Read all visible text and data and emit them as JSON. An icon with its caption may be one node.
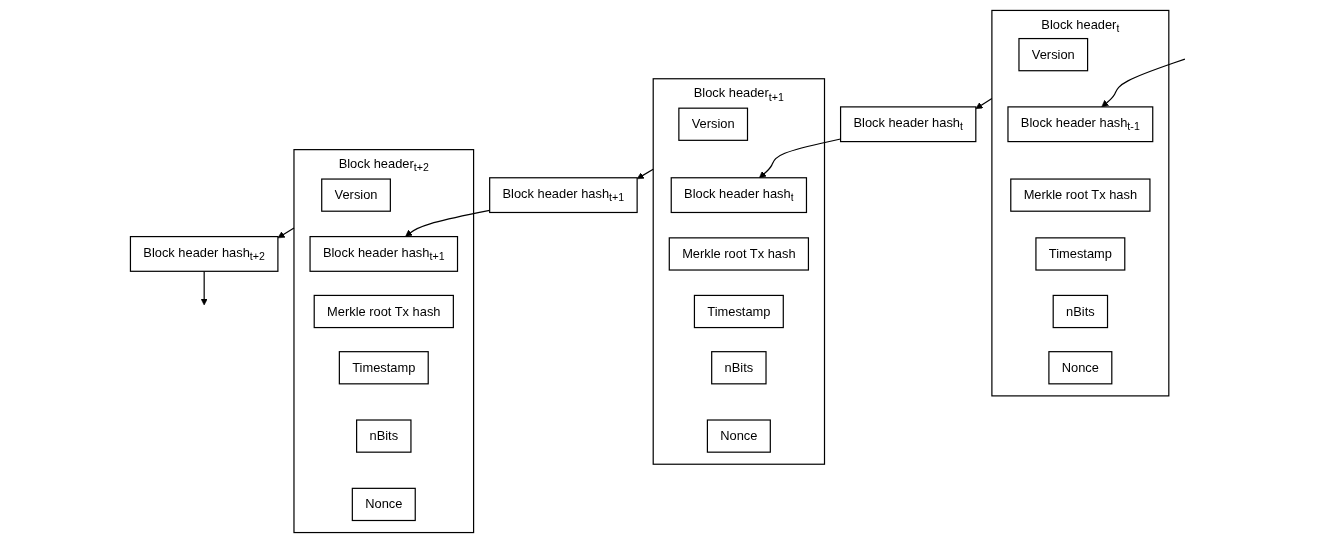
{
  "diagram": {
    "nodes": [
      {
        "text": [
          "Block header hash$_{t}$"
        ]
      },
      {
        "text": [
          "Block header$_{t}$"
        ]
      },
      {
        "text": [
          "Version"
        ],
        "in": 1
      },
      {
        "text": [
          "Block header hash$_{t-1}$"
        ],
        "in": 1
      },
      {
        "text": [
          "Merkle root Tx hash"
        ],
        "in": 1
      },
      {
        "text": [
          "Timestamp"
        ],
        "in": 1
      },
      {
        "text": [
          "nBits"
        ],
        "in": 1
      },
      {
        "text": [
          "Nonce"
        ],
        "in": 1
      },
      {
        "text": [
          "Block header hash$_{t+1}$"
        ]
      },
      {
        "text": [
          "Block header$_{t+1}$"
        ]
      },
      {
        "text": [
          "Version"
        ],
        "in": 9
      },
      {
        "text": [
          "Block header hash$_{t}$"
        ],
        "in": 9
      },
      {
        "text": [
          "Merkle root Tx hash"
        ],
        "in": 9
      },
      {
        "text": [
          "Timestamp"
        ],
        "in": 9
      },
      {
        "text": [
          "nBits"
        ],
        "in": 9
      },
      {
        "text": [
          "Nonce"
        ],
        "in": 9
      },
      {
        "text": [
          "Block header hash$_{t+2}$"
        ]
      },
      {
        "text": [
          "Block header$_{t+2}$"
        ]
      },
      {
        "text": [
          "Version"
        ],
        "in": 17
      },
      {
        "text": [
          "Block header hash$_{t+1}$"
        ],
        "in": 17
      },
      {
        "text": [
          "Merkle root Tx hash"
        ],
        "in": 17
      },
      {
        "text": [
          "Timestamp"
        ],
        "in": 17
      },
      {
        "text": [
          "nBits"
        ],
        "in": 17
      },
      {
        "text": [
          "Nonce"
        ],
        "in": 17
      }
    ],
    "edges": [
      {
        "from": null,
        "to": 3,
        "arrow": "to"
      },
      {
        "from": 1,
        "to": 0,
        "arrow": "to"
      },
      {
        "from": 0,
        "to": 11,
        "arrow": "to"
      },
      {
        "from": 9,
        "to": 8,
        "arrow": "to"
      },
      {
        "from": 8,
        "to": 19,
        "arrow": "to"
      },
      {
        "from": 17,
        "to": 16,
        "arrow": "to"
      },
      {
        "from": 16,
        "to": null,
        "arrow": "to"
      }
    ]
  }
}
